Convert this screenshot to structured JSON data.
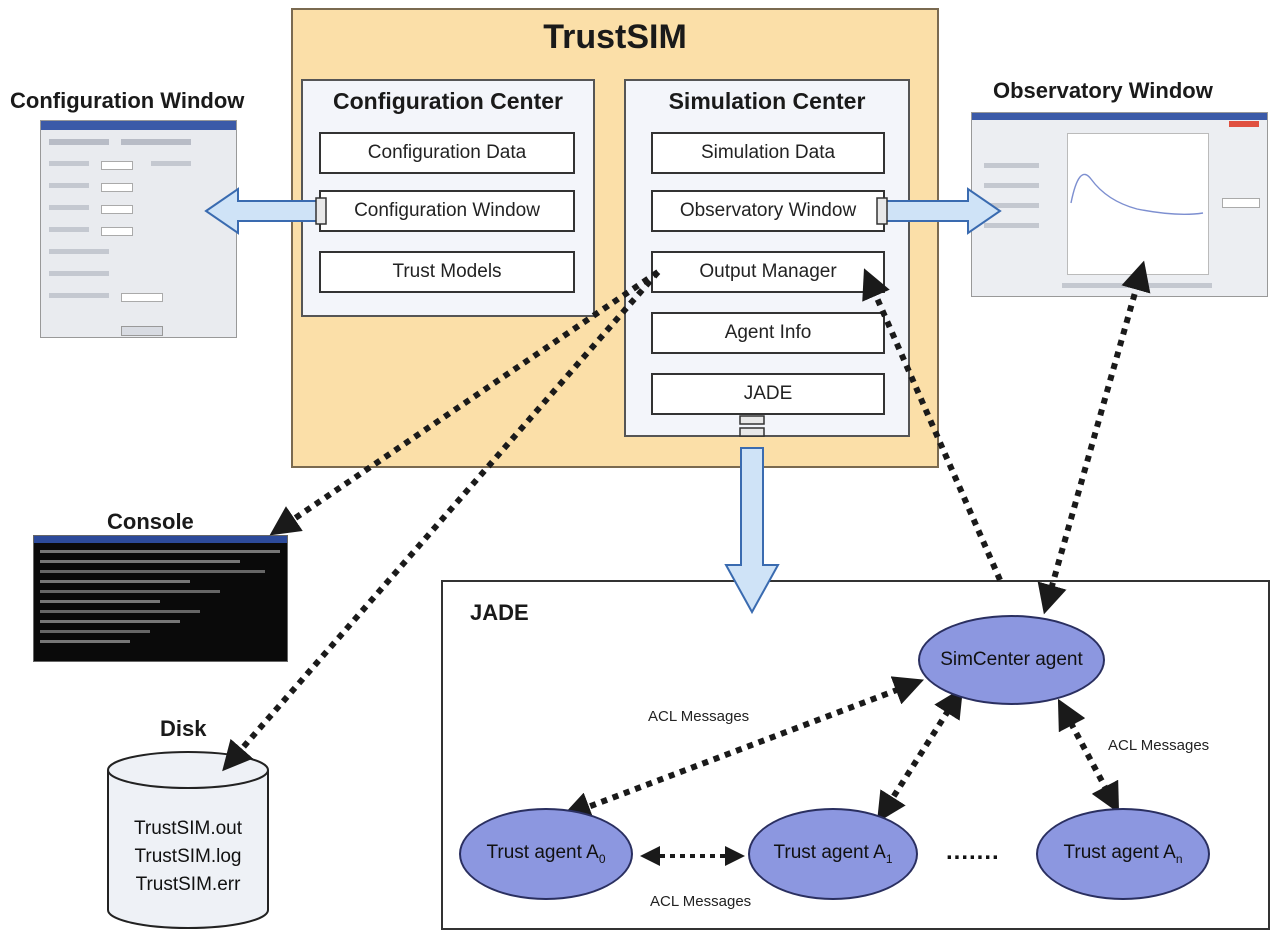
{
  "title": "TrustSIM",
  "configuration_center": {
    "title": "Configuration Center",
    "modules": [
      "Configuration Data",
      "Configuration Window",
      "Trust Models"
    ]
  },
  "simulation_center": {
    "title": "Simulation Center",
    "modules": [
      "Simulation Data",
      "Observatory Window",
      "Output Manager",
      "Agent Info",
      "JADE"
    ]
  },
  "external": {
    "configuration_window": "Configuration Window",
    "observatory_window": "Observatory Window",
    "console": "Console",
    "disk": "Disk",
    "disk_files": [
      "TrustSIM.out",
      "TrustSIM.log",
      "TrustSIM.err"
    ]
  },
  "jade": {
    "title": "JADE",
    "simcenter_agent": "SimCenter agent",
    "agents": [
      {
        "label": "Trust agent A",
        "sub": "0"
      },
      {
        "label": "Trust agent A",
        "sub": "1"
      },
      {
        "label": "Trust agent A",
        "sub": "n"
      }
    ],
    "ellipsis": ".......",
    "acl_label": "ACL Messages"
  },
  "colors": {
    "trustsim_bg": "#fbdfa8",
    "agent_fill": "#8c97e0",
    "arrow_fill": "#cfe3f7",
    "dotted": "#1a1a1a"
  }
}
